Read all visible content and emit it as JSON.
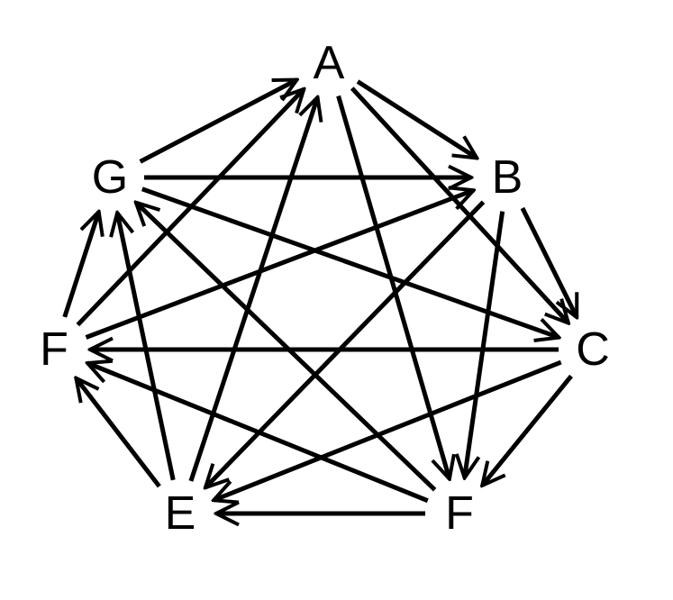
{
  "diagram": {
    "type": "directed-graph",
    "nodes": [
      {
        "id": "A",
        "label": "A"
      },
      {
        "id": "B",
        "label": "B"
      },
      {
        "id": "C",
        "label": "C"
      },
      {
        "id": "F2",
        "label": "F"
      },
      {
        "id": "E",
        "label": "E"
      },
      {
        "id": "F1",
        "label": "F"
      },
      {
        "id": "G",
        "label": "G"
      }
    ],
    "edges": [
      {
        "from": "G",
        "to": "A"
      },
      {
        "from": "A",
        "to": "B"
      },
      {
        "from": "G",
        "to": "B"
      },
      {
        "from": "B",
        "to": "C"
      },
      {
        "from": "C",
        "to": "F2"
      },
      {
        "from": "F2",
        "to": "E"
      },
      {
        "from": "E",
        "to": "F1"
      },
      {
        "from": "F1",
        "to": "G"
      },
      {
        "from": "G",
        "to": "C"
      },
      {
        "from": "A",
        "to": "C"
      },
      {
        "from": "A",
        "to": "F2"
      },
      {
        "from": "B",
        "to": "F2"
      },
      {
        "from": "B",
        "to": "E"
      },
      {
        "from": "C",
        "to": "F1"
      },
      {
        "from": "C",
        "to": "E"
      },
      {
        "from": "F2",
        "to": "F1"
      },
      {
        "from": "F2",
        "to": "G"
      },
      {
        "from": "E",
        "to": "A"
      },
      {
        "from": "E",
        "to": "G"
      },
      {
        "from": "F1",
        "to": "A"
      },
      {
        "from": "F1",
        "to": "B"
      }
    ],
    "edge_color": "#000000"
  }
}
